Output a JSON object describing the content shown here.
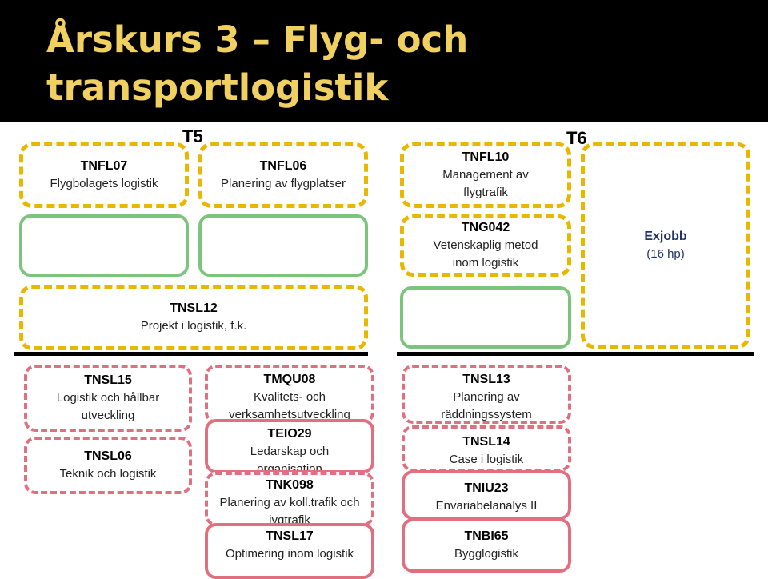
{
  "title": {
    "line1": "Årskurs 3 – Flyg- och",
    "line2": "transportlogistik"
  },
  "terms": {
    "t5": "T5",
    "t6": "T6"
  },
  "courses": {
    "tnfl07": {
      "code": "TNFL07",
      "name": "Flygbolagets logistik"
    },
    "tnfl06": {
      "code": "TNFL06",
      "name": "Planering av flygplatser"
    },
    "tnfl10": {
      "code": "TNFL10",
      "name": "Management av flygtrafik"
    },
    "tng042": {
      "code": "TNG042",
      "name": "Vetenskaplig metod inom logistik"
    },
    "exjobb": {
      "code": "Exjobb",
      "name": "(16 hp)"
    },
    "tnsl12": {
      "code": "TNSL12",
      "name": "Projekt i logistik, f.k."
    },
    "tnsl15": {
      "code": "TNSL15",
      "name": "Logistik och hållbar utveckling"
    },
    "tnsl06": {
      "code": "TNSL06",
      "name": "Teknik och logistik"
    },
    "tmqu08": {
      "code": "TMQU08",
      "name": "Kvalitets- och verksamhetsutveckling"
    },
    "teio29": {
      "code": "TEIO29",
      "name": "Ledarskap och organisation"
    },
    "tnk098": {
      "code": "TNK098",
      "name": "Planering av koll.trafik och jvgtrafik"
    },
    "tnsl17": {
      "code": "TNSL17",
      "name": "Optimering inom logistik"
    },
    "tnsl13": {
      "code": "TNSL13",
      "name": "Planering av räddningssystem"
    },
    "tnsl14": {
      "code": "TNSL14",
      "name": "Case i logistik"
    },
    "tniu23": {
      "code": "TNIU23",
      "name": "Envariabelanalys II"
    },
    "tnbi65": {
      "code": "TNBI65",
      "name": "Bygglogistik"
    }
  },
  "colors": {
    "header_bg": "#000000",
    "title": "#F0D060",
    "yellow": "#E8B800",
    "green": "#7CC47C",
    "pink": "#E07080"
  }
}
